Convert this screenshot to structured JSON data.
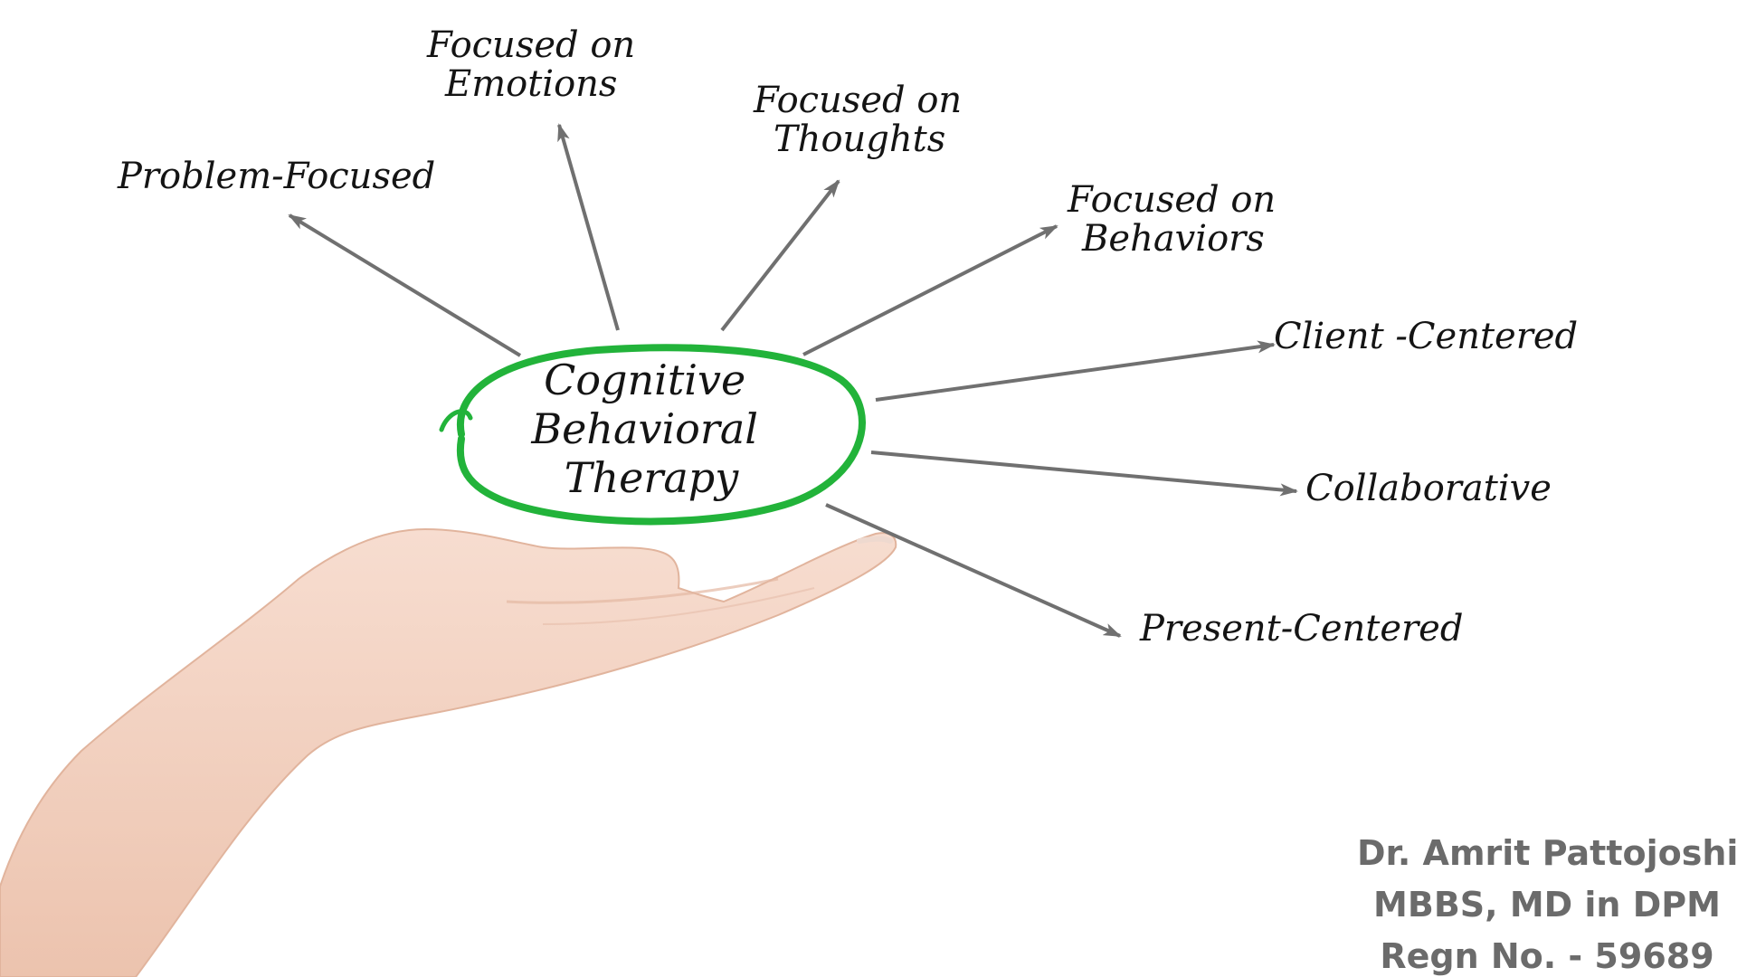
{
  "center": {
    "lines": [
      "Cognitive",
      "Behavioral",
      "Therapy"
    ]
  },
  "nodes": [
    {
      "id": "problem-focused",
      "lines": [
        "Problem-Focused"
      ]
    },
    {
      "id": "focused-on-emotions",
      "lines": [
        "Focused on",
        "Emotions"
      ]
    },
    {
      "id": "focused-on-thoughts",
      "lines": [
        "Focused on",
        "Thoughts"
      ]
    },
    {
      "id": "focused-on-behaviors",
      "lines": [
        "Focused on",
        "Behaviors"
      ]
    },
    {
      "id": "client-centered",
      "lines": [
        "Client -Centered"
      ]
    },
    {
      "id": "collaborative",
      "lines": [
        "Collaborative"
      ]
    },
    {
      "id": "present-centered",
      "lines": [
        "Present-Centered"
      ]
    }
  ],
  "credit": {
    "name": "Dr. Amrit Pattojoshi",
    "qualification": "MBBS, MD in DPM",
    "registration": "Regn No. - 59689"
  },
  "colors": {
    "ellipse": "#22b33a",
    "arrow": "#707070",
    "text": "#141414",
    "credit": "#6b6b6b",
    "skin": "#f3d2c0"
  },
  "icons": {
    "hand": "open-palm-hand"
  }
}
